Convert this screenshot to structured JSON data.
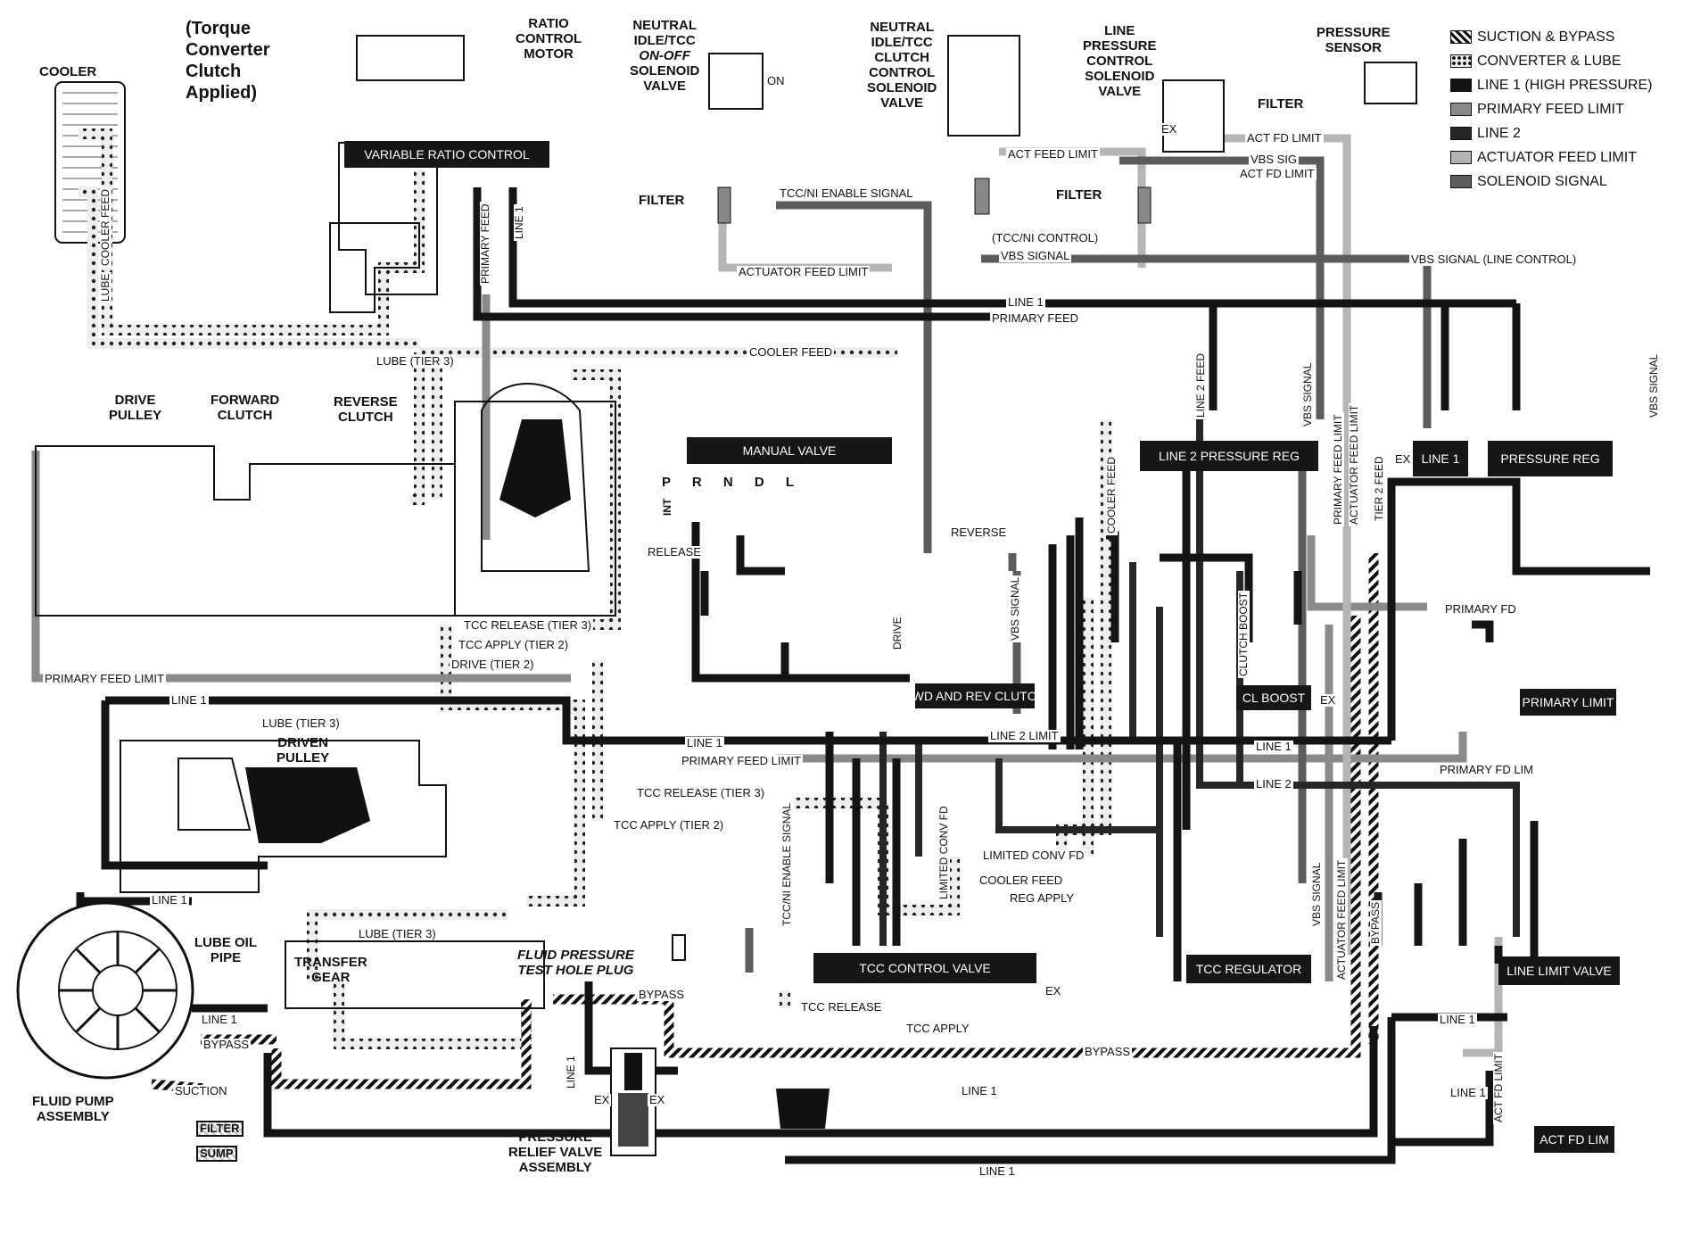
{
  "title": {
    "line1": "(Torque",
    "line2": "Converter",
    "line3": "Clutch",
    "line4": "Applied)"
  },
  "colors": {
    "suction_bypass": "#ffffff",
    "converter_lube": "#d9d9d9",
    "line1": "#141414",
    "primary_feed_limit": "#8a8a8a",
    "line2": "#262626",
    "actuator_feed_limit": "#b5b5b5",
    "solenoid_signal": "#5c5c5c"
  },
  "legend": [
    {
      "label": "SUCTION & BYPASS",
      "style": "hatch"
    },
    {
      "label": "CONVERTER & LUBE",
      "style": "dots"
    },
    {
      "label": "LINE 1 (HIGH PRESSURE)",
      "style": "solid-black"
    },
    {
      "label": "PRIMARY FEED LIMIT",
      "style": "gray"
    },
    {
      "label": "LINE 2",
      "style": "dark"
    },
    {
      "label": "ACTUATOR FEED LIMIT",
      "style": "light"
    },
    {
      "label": "SOLENOID SIGNAL",
      "style": "mid"
    }
  ],
  "components": {
    "cooler": "COOLER",
    "ratio_motor": [
      "RATIO",
      "CONTROL",
      "MOTOR"
    ],
    "on_off_solenoid": [
      "NEUTRAL",
      "IDLE/TCC",
      "ON-OFF",
      "SOLENOID",
      "VALVE"
    ],
    "clutch_solenoid": [
      "NEUTRAL",
      "IDLE/TCC",
      "CLUTCH",
      "CONTROL",
      "SOLENOID",
      "VALVE"
    ],
    "line_pressure_solenoid": [
      "LINE",
      "PRESSURE",
      "CONTROL",
      "SOLENOID",
      "VALVE"
    ],
    "pressure_sensor": [
      "PRESSURE",
      "SENSOR"
    ],
    "drive_pulley": [
      "DRIVE",
      "PULLEY"
    ],
    "forward_clutch": [
      "FORWARD",
      "CLUTCH"
    ],
    "reverse_clutch": [
      "REVERSE",
      "CLUTCH"
    ],
    "driven_pulley": [
      "DRIVEN",
      "PULLEY"
    ],
    "lube_oil_pipe": [
      "LUBE OIL",
      "PIPE"
    ],
    "transfer_gear": [
      "TRANSFER",
      "GEAR"
    ],
    "test_hole": [
      "FLUID PRESSURE",
      "TEST HOLE PLUG"
    ],
    "fluid_pump": [
      "FLUID PUMP",
      "ASSEMBLY"
    ],
    "relief_valve": [
      "PRESSURE",
      "RELIEF VALVE",
      "ASSEMBLY"
    ],
    "filter": "FILTER",
    "filter_box": "FILTER",
    "sump_box": "SUMP",
    "on_label": "ON",
    "ex": "EX",
    "manual_positions": "P R N D L",
    "manual_positions_side": "INT"
  },
  "valves": {
    "variable_ratio": "VARIABLE RATIO CONTROL",
    "manual": "MANUAL VALVE",
    "line2_reg": "LINE 2 PRESSURE REG",
    "line1_reg_a": "LINE 1",
    "line1_reg_b": "PRESSURE REG",
    "fwd_rev": "FWD AND REV CLUTCH",
    "cl_boost": "CL BOOST",
    "primary_limit": "PRIMARY LIMIT",
    "tcc_control": "TCC CONTROL VALVE",
    "tcc_regulator": "TCC REGULATOR",
    "line_limit": "LINE LIMIT VALVE",
    "act_fd_lim": "ACT FD LIM"
  },
  "passages": {
    "lube_tier3": "LUBE (TIER 3)",
    "cooler_feed": "COOLER FEED",
    "line1": "LINE 1",
    "line2": "LINE 2",
    "primary_feed": "PRIMARY FEED",
    "primary_fd": "PRIMARY FD",
    "primary_fd_lim": "PRIMARY FD LIM",
    "primary_feed_limit": "PRIMARY FEED LIMIT",
    "tcc_ni_enable": "TCC/NI ENABLE SIGNAL",
    "actuator_feed_limit": "ACTUATOR FEED LIMIT",
    "act_feed_limit": "ACT FEED LIMIT",
    "act_fd_limit": "ACT FD LIMIT",
    "vbs_signal": "VBS SIGNAL",
    "vbs_sig": "VBS SIG",
    "vbs_signal_line_control": "VBS SIGNAL (LINE CONTROL)",
    "tcc_ni_control": "(TCC/NI CONTROL)",
    "tcc_release_tier3": "TCC RELEASE (TIER 3)",
    "tcc_apply_tier2": "TCC APPLY (TIER 2)",
    "drive_tier2": "DRIVE (TIER 2)",
    "tcc_release": "TCC RELEASE",
    "tcc_apply": "TCC APPLY",
    "release": "RELEASE",
    "reverse": "REVERSE",
    "drive": "DRIVE",
    "limited_conv_fd": "LIMITED CONV FD",
    "reg_apply": "REG APPLY",
    "bypass": "BYPASS",
    "suction": "SUCTION",
    "lube": "LUBE",
    "cooler_feed_v": "COOLER FEED",
    "line2_limit": "LINE 2 LIMIT",
    "clutch_boost": "CLUTCH BOOST",
    "line2_feed": "LINE 2 FEED",
    "tier2_feed": "TIER 2 FEED"
  }
}
